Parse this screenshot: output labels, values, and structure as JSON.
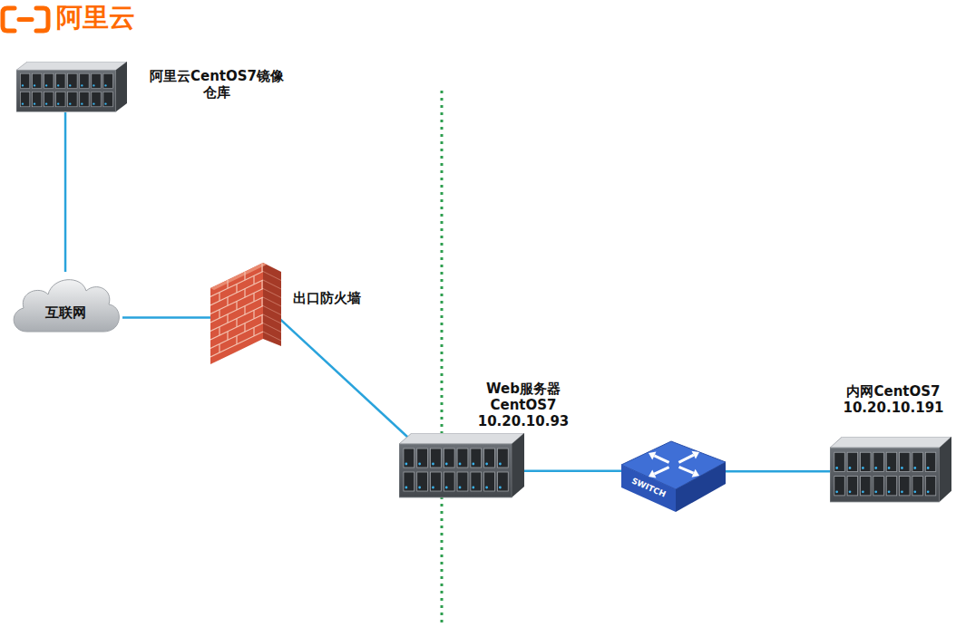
{
  "diagram": {
    "nodes": [
      {
        "text": [
          "阿里云CentOS7镜像 仓库"
        ]
      },
      {
        "text": [
          "互联网"
        ]
      },
      {
        "text": [
          "出口防火墙"
        ]
      },
      {
        "text": [
          "Web服务器 CentOS7 10.20.10.93"
        ]
      },
      {
        "text": [
          "SWITCH"
        ]
      },
      {
        "text": [
          "内网CentOS7 10.20.10.191"
        ]
      }
    ],
    "edges": [
      {
        "from": 0,
        "to": 1,
        "arrow": "none"
      },
      {
        "from": 1,
        "to": 2,
        "arrow": "none"
      },
      {
        "from": 2,
        "to": 3,
        "arrow": "none"
      },
      {
        "from": 3,
        "to": 4,
        "arrow": "none"
      },
      {
        "from": 4,
        "to": 5,
        "arrow": "none"
      }
    ],
    "labels": [
      "阿里云"
    ]
  }
}
